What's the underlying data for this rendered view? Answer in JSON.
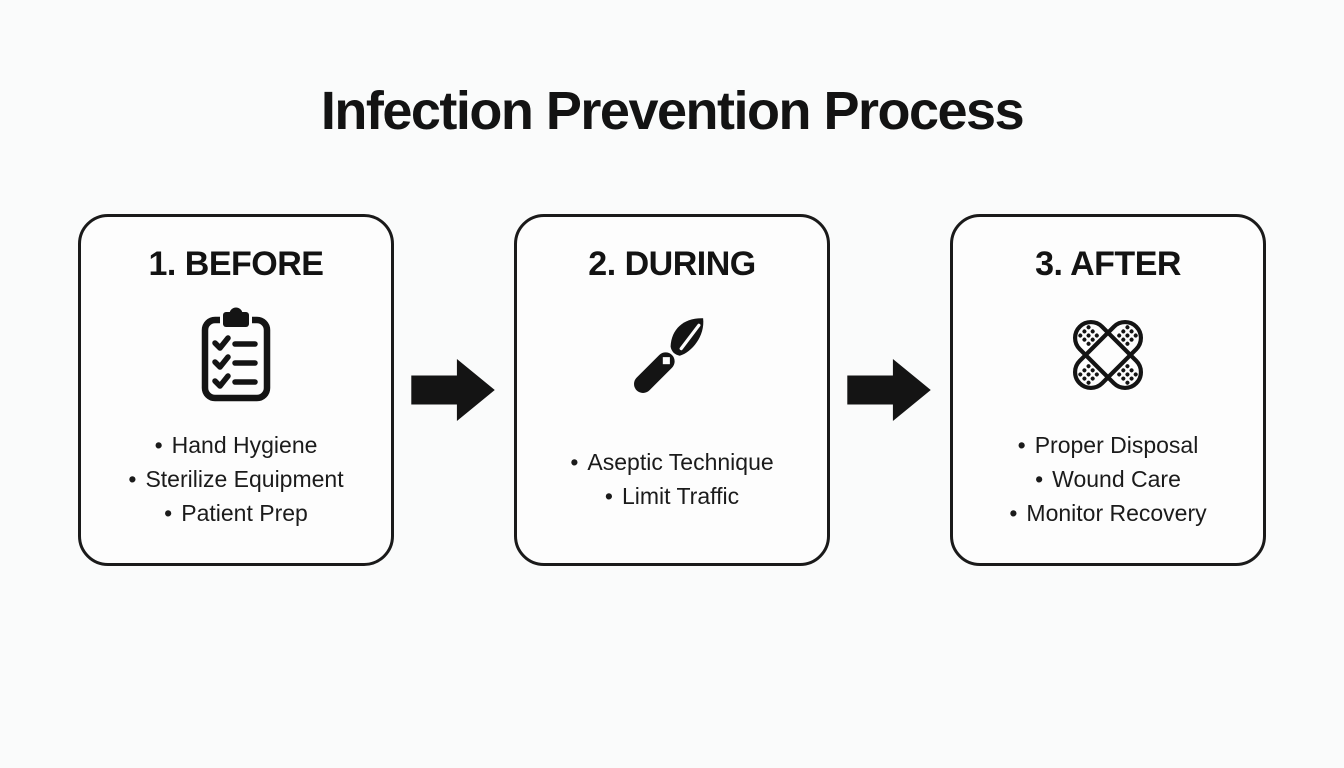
{
  "title": "Infection Prevention Process",
  "bullet": "•",
  "colors": {
    "ink": "#141414",
    "background": "#fafbfb",
    "card_background": "#fdfdfd",
    "card_border": "#1a1a1a"
  },
  "steps": [
    {
      "label": "1. BEFORE",
      "icon": "checklist-clipboard-icon",
      "items": [
        "Hand Hygiene",
        "Sterilize Equipment",
        "Patient Prep"
      ]
    },
    {
      "label": "2. DURING",
      "icon": "scalpel-icon",
      "items": [
        "Aseptic Technique",
        "Limit Traffic"
      ]
    },
    {
      "label": "3. AFTER",
      "icon": "crossed-bandages-icon",
      "items": [
        "Proper Disposal",
        "Wound Care",
        "Monitor Recovery"
      ]
    }
  ],
  "connectors": [
    {
      "icon": "arrow-right-icon"
    },
    {
      "icon": "arrow-right-icon"
    }
  ]
}
